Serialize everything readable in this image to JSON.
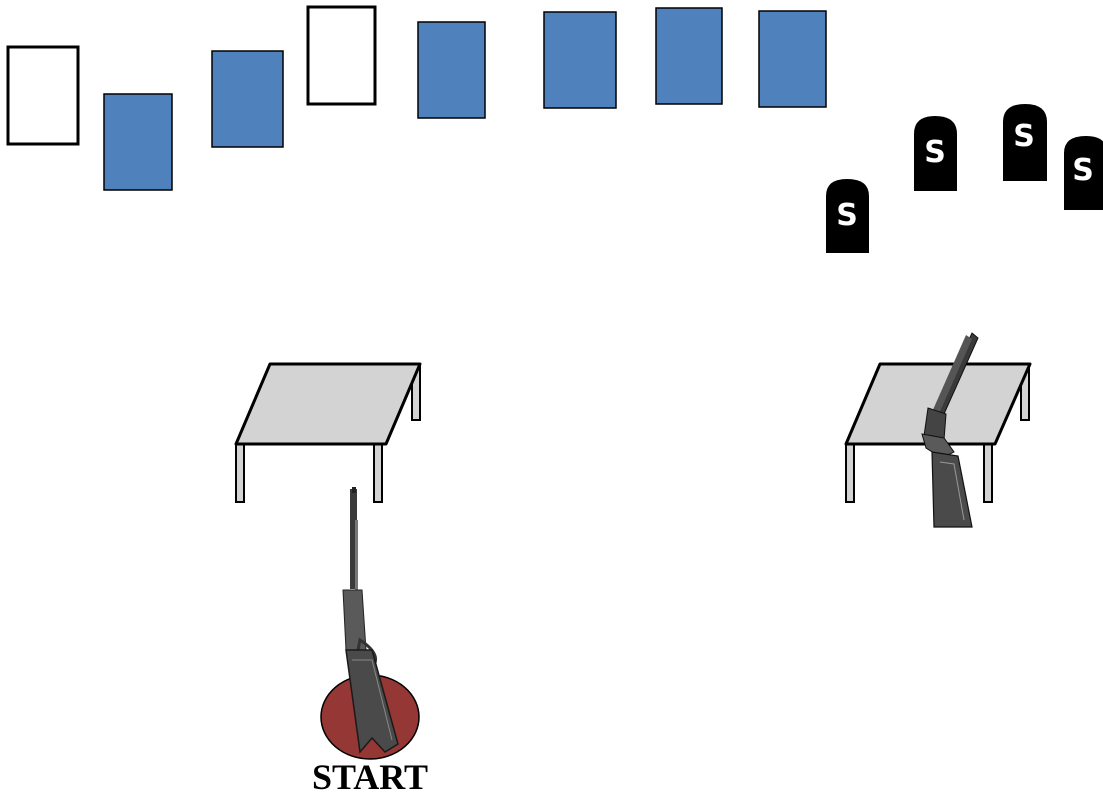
{
  "stage": {
    "start_label": "START",
    "colors": {
      "target_blue": "#4f81bd",
      "target_paper": "#ffffff",
      "plate_black": "#000000",
      "plate_letter": "#ffffff",
      "table_gray": "#d3d3d3",
      "start_circle": "#953735"
    },
    "targets": [
      {
        "name": "paper-target-1",
        "type": "paper"
      },
      {
        "name": "blue-target-1",
        "type": "blue"
      },
      {
        "name": "blue-target-2",
        "type": "blue"
      },
      {
        "name": "paper-target-2",
        "type": "paper"
      },
      {
        "name": "blue-target-3",
        "type": "blue"
      },
      {
        "name": "blue-target-4",
        "type": "blue"
      },
      {
        "name": "blue-target-5",
        "type": "blue"
      },
      {
        "name": "blue-target-6",
        "type": "blue"
      }
    ],
    "steel_plates": [
      {
        "name": "steel-plate-1",
        "letter": "S"
      },
      {
        "name": "steel-plate-2",
        "letter": "S"
      },
      {
        "name": "steel-plate-3",
        "letter": "S"
      },
      {
        "name": "steel-plate-4",
        "letter": "S"
      }
    ],
    "props": [
      "left-table",
      "right-table",
      "rifle-icon",
      "shotgun-icon",
      "start-circle"
    ]
  }
}
